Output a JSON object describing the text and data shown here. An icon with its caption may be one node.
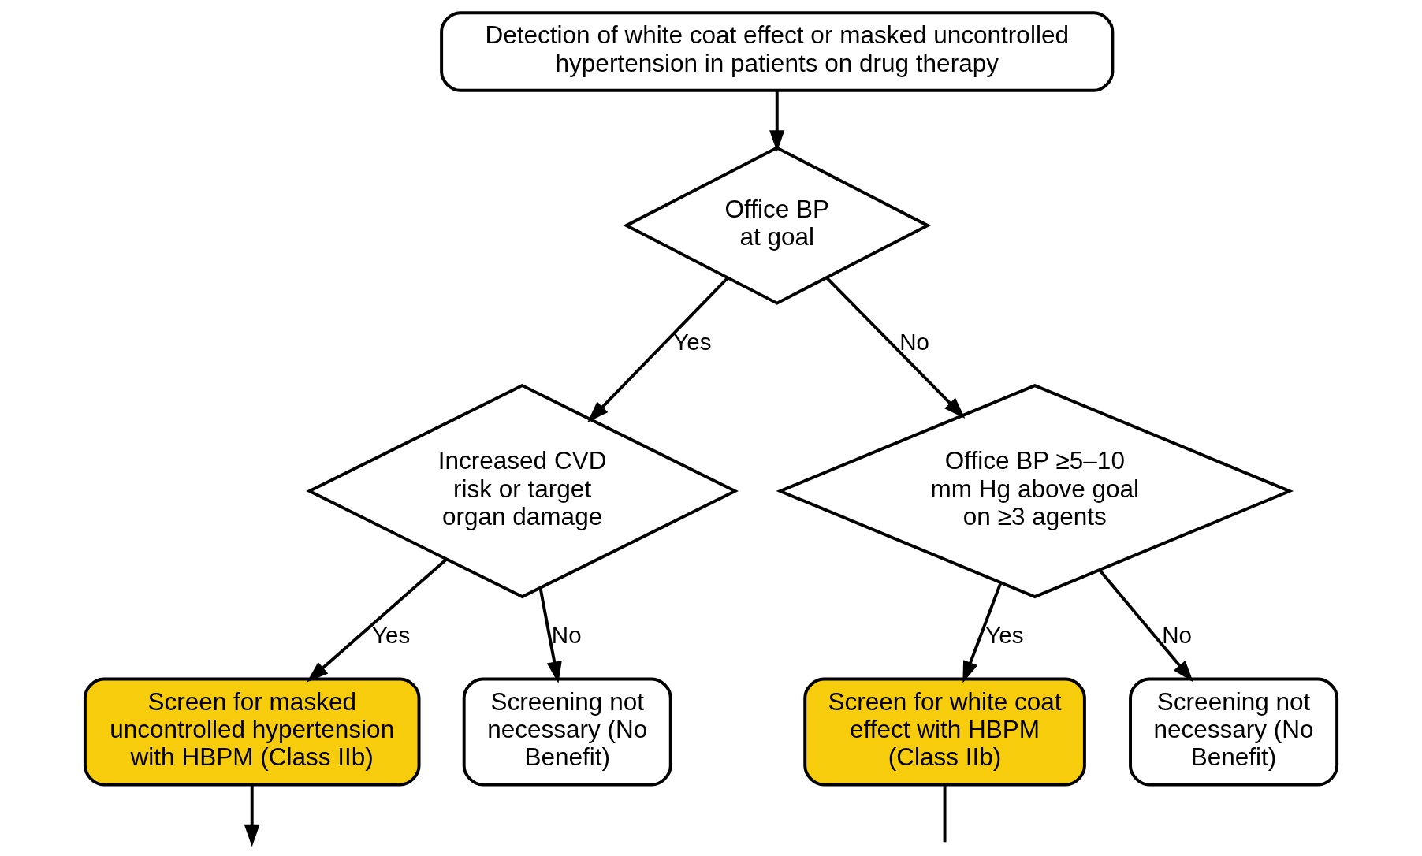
{
  "diagram": {
    "nodes": [
      {
        "text": [
          "Detection of white coat effect or masked uncontrolled hypertension in patients on drug therapy"
        ]
      },
      {
        "text": [
          "Office BP at goal"
        ]
      },
      {
        "text": [
          "Increased CVD risk or target organ damage"
        ]
      },
      {
        "text": [
          "Office BP ≥5–10 mm Hg above goal on ≥3 agents"
        ]
      },
      {
        "text": [
          "Screen for masked uncontrolled hypertension with HBPM (Class IIb)"
        ]
      },
      {
        "text": [
          "Screening not necessary (No Benefit)"
        ]
      },
      {
        "text": [
          "Screen for white coat effect with HBPM (Class IIb)"
        ]
      },
      {
        "text": [
          "Screening not necessary (No Benefit)"
        ]
      }
    ],
    "edges": [
      {
        "from": 0,
        "to": 1,
        "arrow": "to"
      },
      {
        "from": 1,
        "to": 2,
        "label": "Yes",
        "arrow": "to"
      },
      {
        "from": 1,
        "to": 3,
        "label": "No",
        "arrow": "to"
      },
      {
        "from": 2,
        "to": 4,
        "label": "Yes",
        "arrow": "to"
      },
      {
        "from": 2,
        "to": 5,
        "label": "No",
        "arrow": "to"
      },
      {
        "from": 3,
        "to": 6,
        "label": "Yes",
        "arrow": "to"
      },
      {
        "from": 3,
        "to": 7,
        "label": "No",
        "arrow": "to"
      },
      {
        "from": 4,
        "to": null,
        "arrow": "to"
      },
      {
        "from": 6,
        "to": null,
        "arrow": "none"
      }
    ]
  }
}
